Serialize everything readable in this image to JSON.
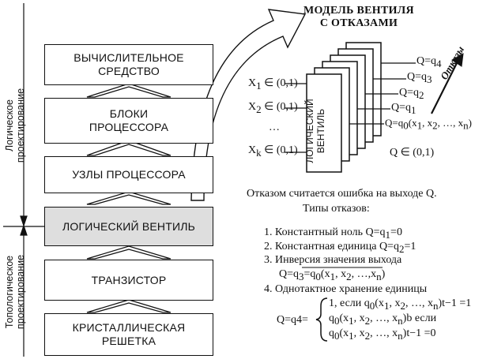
{
  "left_stack": {
    "boxes": [
      {
        "line1": "ВЫЧИСЛИТЕЛЬНОЕ",
        "line2": "СРЕДСТВО"
      },
      {
        "line1": "БЛОКИ",
        "line2": "ПРОЦЕССОРА"
      },
      {
        "line1": "УЗЛЫ ПРОЦЕССОРА",
        "line2": ""
      },
      {
        "line1": "ЛОГИЧЕСКИЙ ВЕНТИЛЬ",
        "line2": ""
      },
      {
        "line1": "ТРАНЗИСТОР",
        "line2": ""
      },
      {
        "line1": "КРИСТАЛЛИЧЕСКАЯ",
        "line2": "РЕШЕТКА"
      }
    ],
    "side_label_top": {
      "line1": "Логическое",
      "line2": "проектирование"
    },
    "side_label_bottom": {
      "line1": "Топологическое",
      "line2": "проектирование"
    }
  },
  "model": {
    "title_line1": "МОДЕЛЬ ВЕНТИЛЯ",
    "title_line2": "С ОТКАЗАМИ",
    "gate_label_line1": "ЛОГИЧЕСКИЙ",
    "gate_label_line2": "ВЕНТИЛЬ",
    "inputs": [
      {
        "name": "X",
        "sub": "1",
        "rest": " ∈ (0,1)"
      },
      {
        "name": "X",
        "sub": "2",
        "rest": " ∈ (0,1)"
      },
      {
        "name": "…",
        "sub": "",
        "rest": ""
      },
      {
        "name": "X",
        "sub": "k",
        "rest": " ∈ (0,1)"
      }
    ],
    "outputs": [
      {
        "pre": "Q=q",
        "sub": "4",
        "rest": ""
      },
      {
        "pre": "Q=q",
        "sub": "3",
        "rest": ""
      },
      {
        "pre": "Q=q",
        "sub": "2",
        "rest": ""
      },
      {
        "pre": "Q=q",
        "sub": "1",
        "rest": ""
      },
      {
        "pre": "Q=q",
        "sub": "0",
        "rest": "(x"
      }
    ],
    "q0_tail": {
      "a": ", x",
      "b": ", …, x",
      "n": "n",
      "c": ")"
    },
    "q_range": "Q ∈ (0,1)",
    "faults_label": "Отказы"
  },
  "notes": {
    "line1": "Отказом считается ошибка на выходе Q.",
    "line2": "Типы отказов:",
    "items": [
      {
        "num": "1.",
        "text": "Константный ноль Q=q",
        "sub": "1",
        "tail": "=0"
      },
      {
        "num": "2.",
        "text": "Константная единица Q=q",
        "sub": "2",
        "tail": "=1"
      },
      {
        "num": "3.",
        "text": "Инверсия значения выхода",
        "sub": "",
        "tail": ""
      },
      {
        "num": "4.",
        "text": "Однотактное хранение единицы",
        "sub": "",
        "tail": ""
      }
    ],
    "inversion_expr": {
      "pre": "Q=q",
      "sub": "3",
      "eq": "=",
      "over": "q"
    },
    "q4_lhs": "Q=q4=",
    "cases": [
      {
        "text": "1, если q",
        "tail": ")t−1 =1"
      },
      {
        "text": "q",
        "tail": ")b  если"
      },
      {
        "text": "q",
        "tail": ")t−1 =0"
      }
    ]
  }
}
